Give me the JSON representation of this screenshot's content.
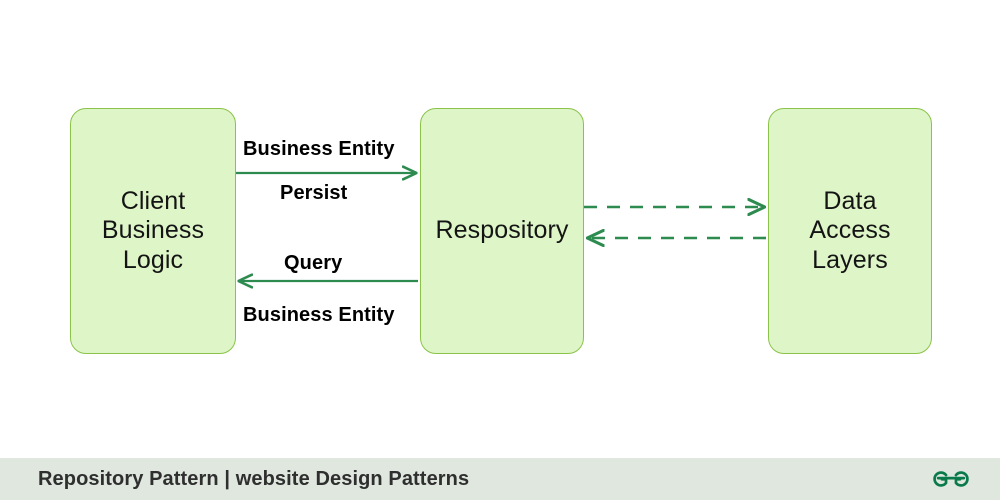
{
  "diagram": {
    "type": "flow-diagram",
    "title": "Repository Pattern",
    "background_color": "#ffffff",
    "nodes": [
      {
        "id": "client",
        "label": "Client\nBusiness\nLogic",
        "fill_color": "#ddf5c7",
        "border_color": "#8bc34a",
        "text_color": "#141414"
      },
      {
        "id": "repository",
        "label": "Respository",
        "fill_color": "#ddf5c7",
        "border_color": "#8bc34a",
        "text_color": "#141414"
      },
      {
        "id": "data_access_layers",
        "label": "Data\nAccess\nLayers",
        "fill_color": "#ddf5c7",
        "border_color": "#8bc34a",
        "text_color": "#141414"
      }
    ],
    "edges": [
      {
        "id": "client-to-repo",
        "from": "client",
        "to": "repository",
        "direction": "right",
        "style": "solid",
        "color": "#2e8b4f",
        "label_above": "Business Entity",
        "label_below": "Persist"
      },
      {
        "id": "repo-to-client",
        "from": "repository",
        "to": "client",
        "direction": "left",
        "style": "solid",
        "color": "#2e8b4f",
        "label_above": "Query",
        "label_below": "Business Entity"
      },
      {
        "id": "repo-to-dal",
        "from": "repository",
        "to": "data_access_layers",
        "direction": "right",
        "style": "dashed",
        "color": "#2e8b4f",
        "label_above": "",
        "label_below": ""
      },
      {
        "id": "dal-to-repo",
        "from": "data_access_layers",
        "to": "repository",
        "direction": "left",
        "style": "dashed",
        "color": "#2e8b4f",
        "label_above": "",
        "label_below": ""
      }
    ]
  },
  "footer": {
    "caption": "Repository Pattern | website Design Patterns",
    "background_color": "#dfe7df",
    "text_color": "#2f2f2f",
    "logo": {
      "name": "geeksforgeeks-logo",
      "color": "#0b7a4b"
    }
  }
}
